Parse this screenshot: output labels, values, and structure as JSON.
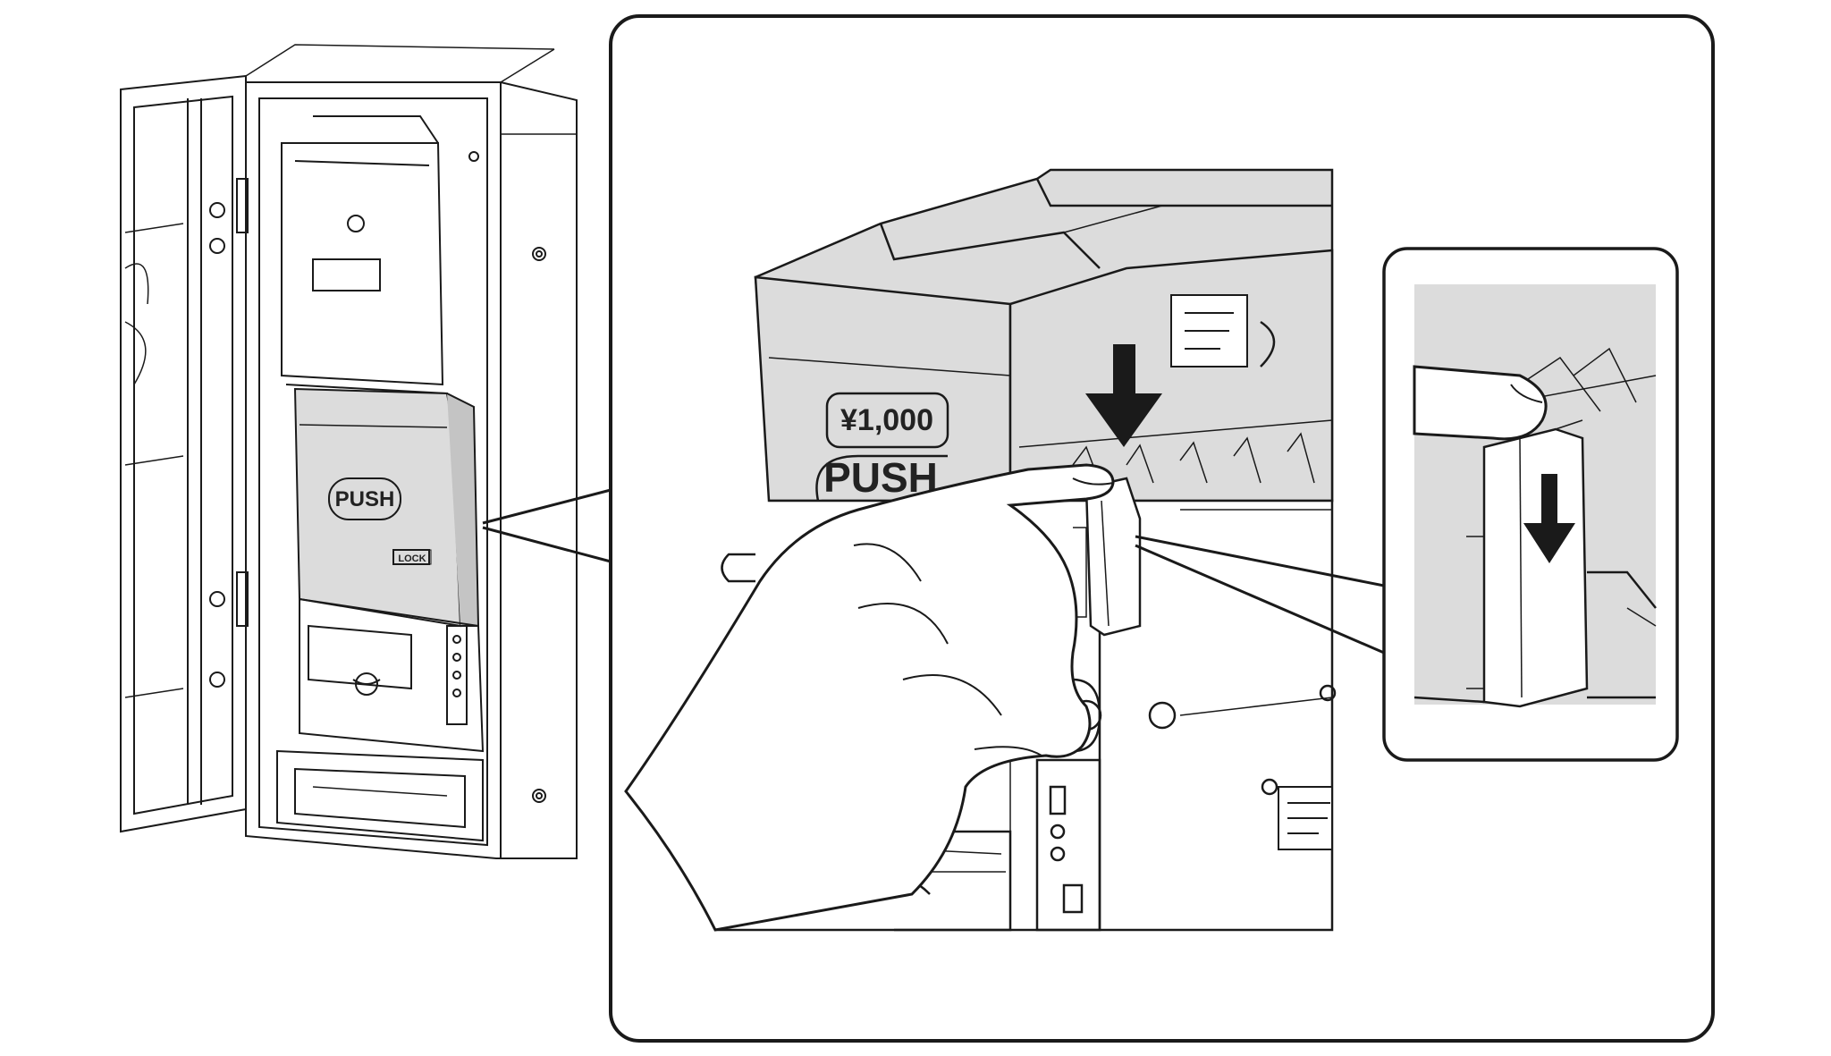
{
  "labels": {
    "push_small": "PUSH",
    "lock": "LOCK",
    "denomination": "¥1,000",
    "push_large": "PUSH"
  },
  "colors": {
    "stroke": "#1a1a1a",
    "shade": "#dcdcdc",
    "shade_dark": "#c4c4c4",
    "paper": "#ffffff"
  },
  "icons": {
    "main_arrow": "arrow-down-icon",
    "inset_arrow": "arrow-down-icon"
  }
}
